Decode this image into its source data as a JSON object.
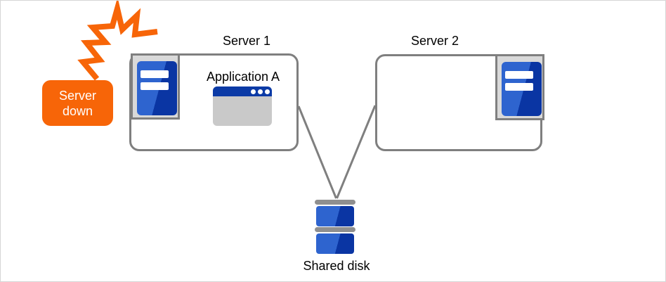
{
  "canvas": {
    "background": "#ffffff",
    "border_color": "#d6d6d6"
  },
  "alert_badge": {
    "line1": "Server",
    "line2": "down"
  },
  "servers": {
    "server1": {
      "label": "Server 1",
      "application_label": "Application A"
    },
    "server2": {
      "label": "Server 2"
    }
  },
  "storage": {
    "label": "Shared disk"
  },
  "icons": {
    "crash": "crash-burst-icon",
    "server": "server-tower-icon",
    "application": "app-window-icon",
    "disk": "shared-disk-icon"
  },
  "colors": {
    "alert_orange": "#f76508",
    "server_blue_light": "#2e64cf",
    "server_blue_dark": "#0a35a3",
    "window_title_blue": "#0b3aa6",
    "connector_gray": "#7f7f7f",
    "holder_fill_gray": "#d9d9d9",
    "window_body_gray": "#c9c9c9",
    "disk_bar_gray": "#8f8f8f",
    "label_black": "#000000"
  }
}
